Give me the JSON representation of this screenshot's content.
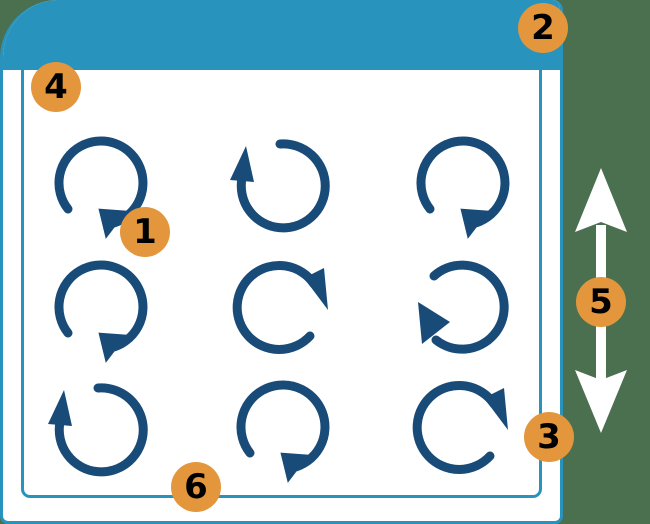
{
  "colors": {
    "titlebar": "#2893BC",
    "panel_border": "#2893BC",
    "arrow": "#194B78",
    "badge": "#E3963C",
    "badge_text": "#000000",
    "background": "#4A7050",
    "scroll_arrow": "#FFFFFF"
  },
  "window": {
    "titlebar": {
      "label": ""
    },
    "grid": {
      "rows": 3,
      "cols": 3,
      "icons": [
        {
          "row": 0,
          "col": 0,
          "name": "rotate-clockwise-arrow-bottom"
        },
        {
          "row": 0,
          "col": 1,
          "name": "rotate-counterclockwise-arrow-left"
        },
        {
          "row": 0,
          "col": 2,
          "name": "rotate-clockwise-arrow-bottom"
        },
        {
          "row": 1,
          "col": 0,
          "name": "rotate-clockwise-arrow-bottom"
        },
        {
          "row": 1,
          "col": 1,
          "name": "rotate-clockwise-arrow-right"
        },
        {
          "row": 1,
          "col": 2,
          "name": "rotate-counterclockwise-arrow-lower-left"
        },
        {
          "row": 2,
          "col": 0,
          "name": "rotate-counterclockwise-arrow-left"
        },
        {
          "row": 2,
          "col": 1,
          "name": "rotate-clockwise-arrow-bottom"
        },
        {
          "row": 2,
          "col": 2,
          "name": "rotate-clockwise-arrow-right"
        }
      ]
    }
  },
  "scroll_indicator": {
    "icon": "double-vertical-arrow"
  },
  "badges": [
    {
      "number": "1",
      "target": "rotate-icon"
    },
    {
      "number": "2",
      "target": "title-bar"
    },
    {
      "number": "3",
      "target": "window-border"
    },
    {
      "number": "4",
      "target": "content-area"
    },
    {
      "number": "5",
      "target": "vertical-scroll-direction"
    },
    {
      "number": "6",
      "target": "inner-panel"
    }
  ]
}
